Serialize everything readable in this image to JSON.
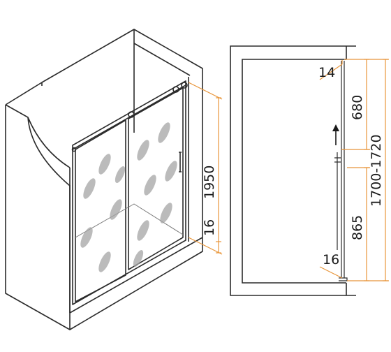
{
  "colors": {
    "line": "#2b2b2b",
    "dimension": "#e8953a",
    "glass_pattern": "#9a9a9a",
    "background": "#ffffff"
  },
  "left_view": {
    "dim_height": "1950",
    "dim_gap": "16"
  },
  "right_view": {
    "dim_top": "14",
    "dim_upper": "680",
    "dim_total": "1700-1720",
    "dim_lower": "865",
    "dim_bottom": "16",
    "arrow_icon": "arrow-up-icon"
  }
}
